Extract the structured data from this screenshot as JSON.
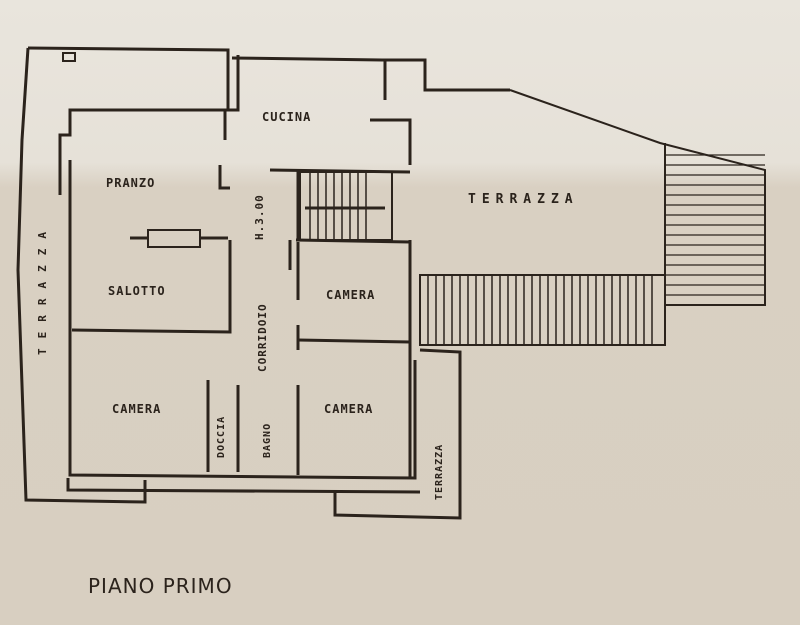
{
  "plan": {
    "title": "PIANO PRIMO",
    "rooms": [
      {
        "id": "cucina",
        "label": "CUCINA"
      },
      {
        "id": "pranzo",
        "label": "PRANZO"
      },
      {
        "id": "salotto",
        "label": "SALOTTO"
      },
      {
        "id": "camera1",
        "label": "CAMERA"
      },
      {
        "id": "camera2",
        "label": "CAMERA"
      },
      {
        "id": "camera3",
        "label": "CAMERA"
      },
      {
        "id": "doccia",
        "label": "DOCCIA"
      },
      {
        "id": "bagno",
        "label": "BAGNO"
      },
      {
        "id": "corridoio",
        "label": "CORRIDOIO"
      },
      {
        "id": "terrazza_east",
        "label": "TERRAZZA"
      },
      {
        "id": "terrazza_west",
        "label": "TERRAZZA"
      },
      {
        "id": "terrazza_se",
        "label": "TERRAZZA"
      }
    ],
    "height_note": "H.3.00",
    "colors": {
      "ink": "#2b231c",
      "paper": "#e6e1d8"
    }
  }
}
